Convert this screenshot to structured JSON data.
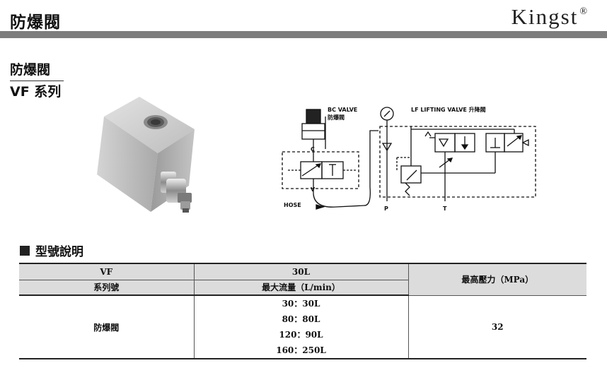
{
  "header": {
    "title": "防爆閥",
    "brand": "Kingst",
    "brand_mark": "®"
  },
  "product": {
    "name": "防爆閥",
    "series": "VF 系列"
  },
  "diagram": {
    "bc_valve_label": "BC VALVE",
    "bc_valve_cn": "防爆閥",
    "lf_valve_label": "LF LIFTING VALVE 升降閥",
    "port_c": "C",
    "port_v": "V",
    "port_p": "P",
    "port_t": "T",
    "hose_label": "HOSE"
  },
  "section": {
    "title": "型號說明"
  },
  "table": {
    "col1_head": "VF",
    "col1_sub": "系列號",
    "col2_head": "30L",
    "col2_sub": "最大流量（L/min）",
    "col3_head": "最高壓力（MPa）",
    "row": {
      "name": "防爆閥",
      "flows": [
        "30：30L",
        "80：80L",
        "120：90L",
        "160：250L"
      ],
      "pressure": "32"
    }
  }
}
